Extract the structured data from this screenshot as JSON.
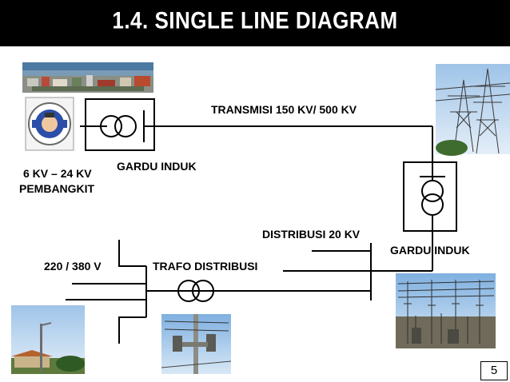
{
  "slide": {
    "title": "1.4. SINGLE LINE DIAGRAM",
    "page_number": "5"
  },
  "labels": {
    "transmisi": "TRANSMISI 150 KV/ 500 KV",
    "gardu_induk_1": "GARDU INDUK",
    "pembangkit_voltage": "6 KV – 24 KV",
    "pembangkit": "PEMBANGKIT",
    "distribusi": "DISTRIBUSI 20 KV",
    "gardu_induk_2": "GARDU INDUK",
    "low_voltage": "220 / 380 V",
    "trafo_distribusi": "TRAFO DISTRIBUSI"
  },
  "colors": {
    "header_bg": "#000000",
    "title_text": "#ffffff",
    "line": "#000000"
  }
}
